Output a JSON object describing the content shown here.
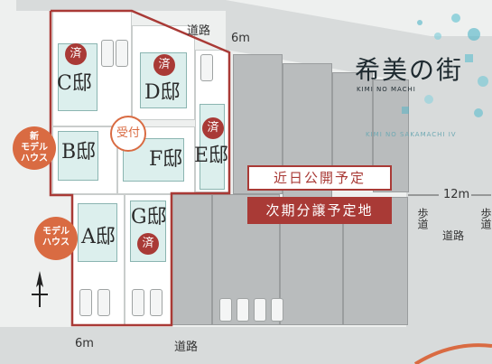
{
  "roads": {
    "top_label": "道路",
    "top_width": "6m",
    "bottom_label": "道路",
    "bottom_width": "6m",
    "right_label": "道路",
    "right_width": "12m",
    "sidewalk_left": "歩道",
    "sidewalk_right": "歩道"
  },
  "lots": {
    "A": {
      "label": "A邸"
    },
    "B": {
      "label": "B邸"
    },
    "C": {
      "label": "C邸"
    },
    "D": {
      "label": "D邸"
    },
    "E": {
      "label": "E邸"
    },
    "F": {
      "label": "F邸"
    },
    "G": {
      "label": "G邸"
    }
  },
  "sold_mark": "済",
  "reception": "受付",
  "badges": {
    "new_model": "新\nモデル\nハウス",
    "model": "モデル\nハウス"
  },
  "brand": {
    "name": "希美の街",
    "romaji": "KIMI NO MACHI",
    "series": "KIMI NO SAKAMACHI IV"
  },
  "banners": {
    "coming_soon": "近日公開予定",
    "next_phase": "次期分譲予定地"
  },
  "colors": {
    "boundary": "#a93a36",
    "sold": "#a93a36",
    "badge": "#d96b42",
    "house": "#dcefed"
  }
}
